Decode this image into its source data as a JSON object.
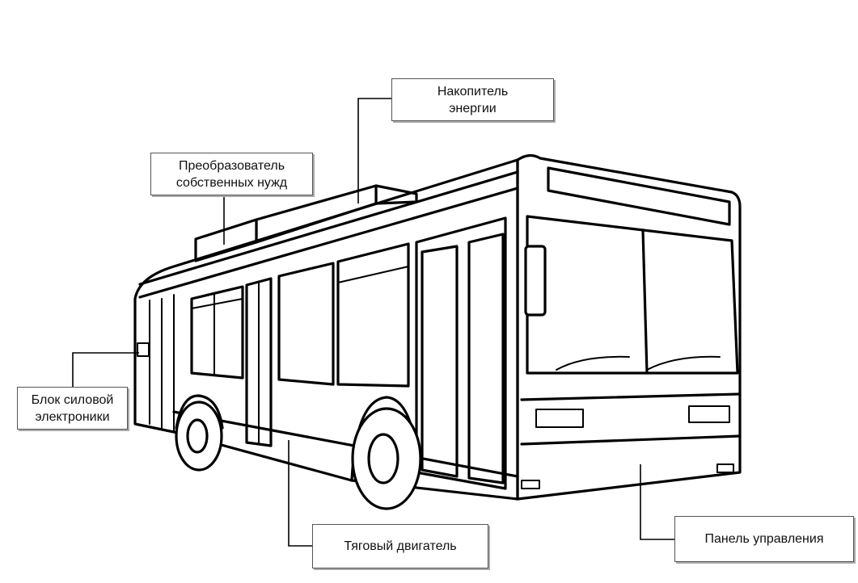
{
  "labels": {
    "energy_storage": "Накопитель\nэнергии",
    "aux_converter": "Преобразователь\nсобственных нужд",
    "power_electronics": "Блок силовой\nэлектроники",
    "traction_motor": "Тяговый двигатель",
    "control_panel": "Панель управления"
  }
}
